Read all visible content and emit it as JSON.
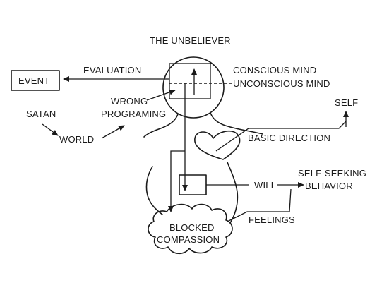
{
  "diagram": {
    "title": "THE UNBELIEVER",
    "labels": {
      "event": "EVENT",
      "evaluation": "EVALUATION",
      "conscious_mind": "CONSCIOUS MIND",
      "unconscious_mind": "UNCONSCIOUS MIND",
      "wrong": "WRONG",
      "programing": "PROGRAMING",
      "satan": "SATAN",
      "world": "WORLD",
      "self": "SELF",
      "basic_direction": "BASIC DIRECTION",
      "will": "WILL",
      "self_seeking": "SELF-SEEKING",
      "behavior": "BEHAVIOR",
      "feelings": "FEELINGS",
      "blocked": "BLOCKED",
      "compassion": "COMPASSION"
    }
  }
}
